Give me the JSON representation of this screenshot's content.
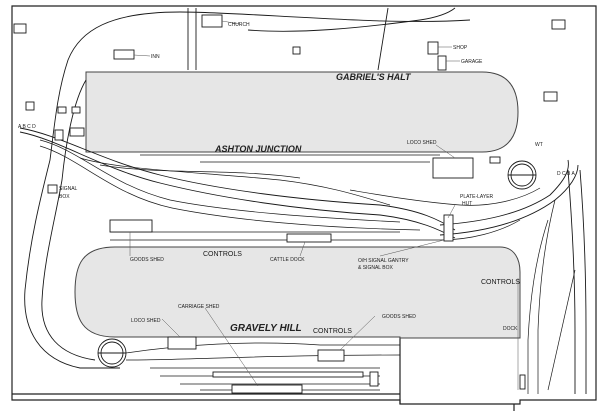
{
  "labels": {
    "church": "CHURCH",
    "inn": "INN",
    "shop": "SHOP",
    "garage": "GARAGE",
    "gabriels_halt": "GABRIEL'S HALT",
    "abcd": "A B C D",
    "loco_shed_top": "LOCO SHED",
    "wt": "WT",
    "ashton_junction": "ASHTON JUNCTION",
    "signal_box": "SIGNAL\nBOX",
    "plate_layer_hut": "PLATE-LAYER\nHUT",
    "dcba": "D C B A",
    "goods_shed_left": "GOODS SHED",
    "controls_mid": "CONTROLS",
    "cattle_dock": "CATTLE DOCK",
    "gantry": "O/H SIGNAL GANTRY\n& SIGNAL BOX",
    "controls_right": "CONTROLS",
    "dock": "DOCK",
    "carriage_shed": "CARRIAGE SHED",
    "loco_shed_bottom": "LOCO SHED",
    "goods_shed_bottom": "GOODS SHED",
    "gravely_hill": "GRAVELY HILL",
    "controls_bottom": "CONTROLS"
  },
  "colors": {
    "line": "#1a1a1a",
    "baseboard": "#e6e6e6",
    "background": "#ffffff"
  }
}
